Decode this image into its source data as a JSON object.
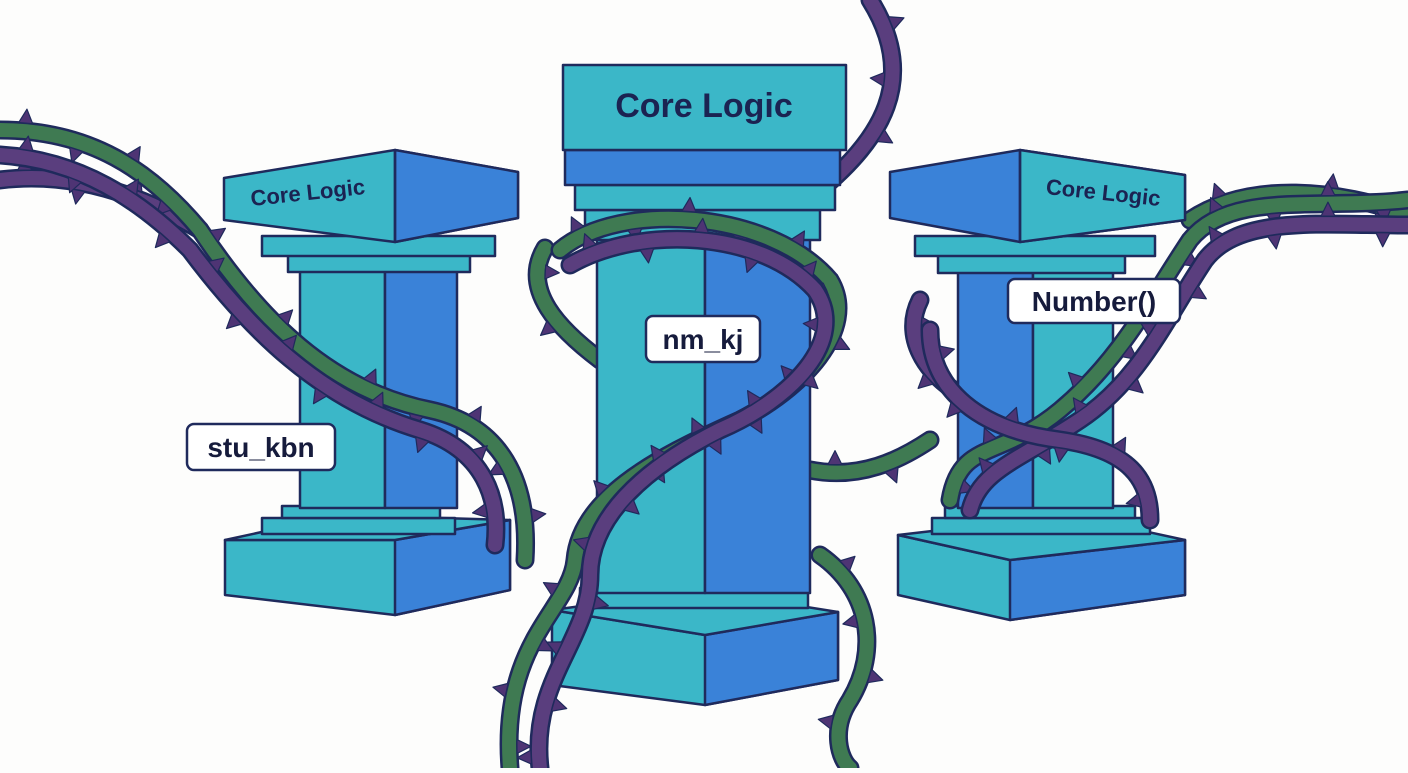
{
  "pillars": [
    {
      "title": "Core Logic"
    },
    {
      "title": "Core Logic"
    },
    {
      "title": "Core Logic"
    }
  ],
  "labels": [
    {
      "text": "stu_kbn"
    },
    {
      "text": "nm_kj"
    },
    {
      "text": "Number()"
    }
  ],
  "colors": {
    "background": "#fdfdfc",
    "pillar_light": "#3bb7c8",
    "pillar_dark": "#3a82d8",
    "outline": "#1f2a5c",
    "vine_green": "#3f7a52",
    "vine_purple": "#5a3e7e",
    "thorn": "#4e3474",
    "label_fill": "#ffffff",
    "label_text": "#161b3c"
  }
}
